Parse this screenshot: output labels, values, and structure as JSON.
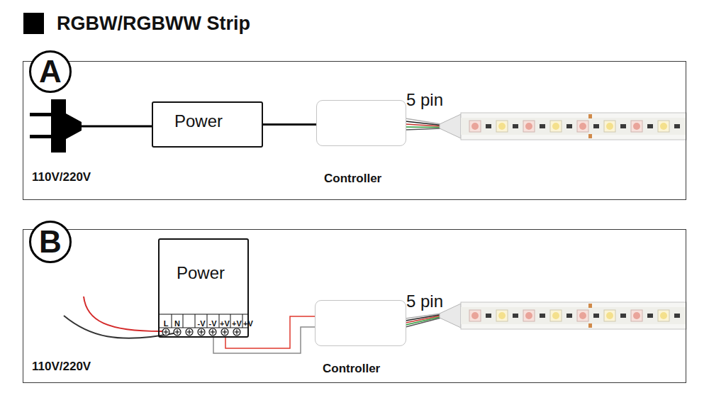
{
  "diagram": {
    "title": "RGBW/RGBWW Strip",
    "nodes": [
      {
        "text": [
          "A"
        ]
      },
      {
        "text": [
          "Power"
        ],
        "in": 0
      },
      {
        "text": [
          "Controller"
        ],
        "in": 0
      },
      {
        "text": [
          "B"
        ]
      },
      {
        "text": [
          "Power"
        ],
        "in": 3
      },
      {
        "text": [
          "Controller"
        ],
        "in": 3
      }
    ],
    "edges": [
      {
        "from": 1,
        "to": 2,
        "arrow": "none"
      },
      {
        "from": 4,
        "to": 5,
        "arrow": "none"
      },
      {
        "from": 4,
        "to": 5,
        "arrow": "none"
      }
    ],
    "labels": [
      "5 pin",
      "110V/220V",
      "L",
      "N",
      "-V",
      "-V",
      "+V",
      "+V",
      "+V",
      "5 pin",
      "110V/220V"
    ]
  }
}
